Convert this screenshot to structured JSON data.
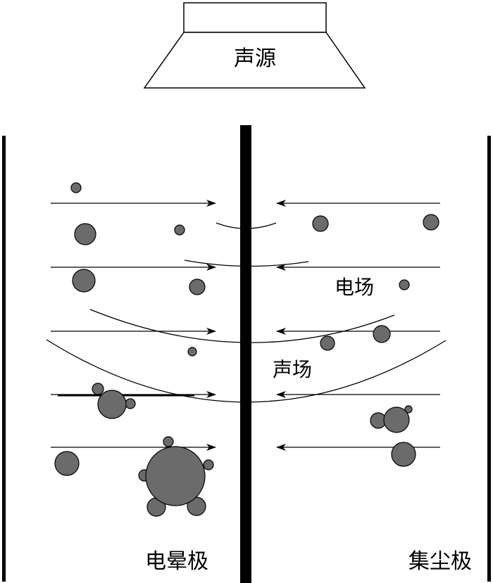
{
  "labels": {
    "sound_source": "声源",
    "electric_field": "电场",
    "sound_field": "声场",
    "corona_electrode": "电晕极",
    "collector_electrode": "集尘极"
  },
  "colors": {
    "particle_fill": "#6b6b6b",
    "stroke": "#000000",
    "background": "#ffffff"
  }
}
